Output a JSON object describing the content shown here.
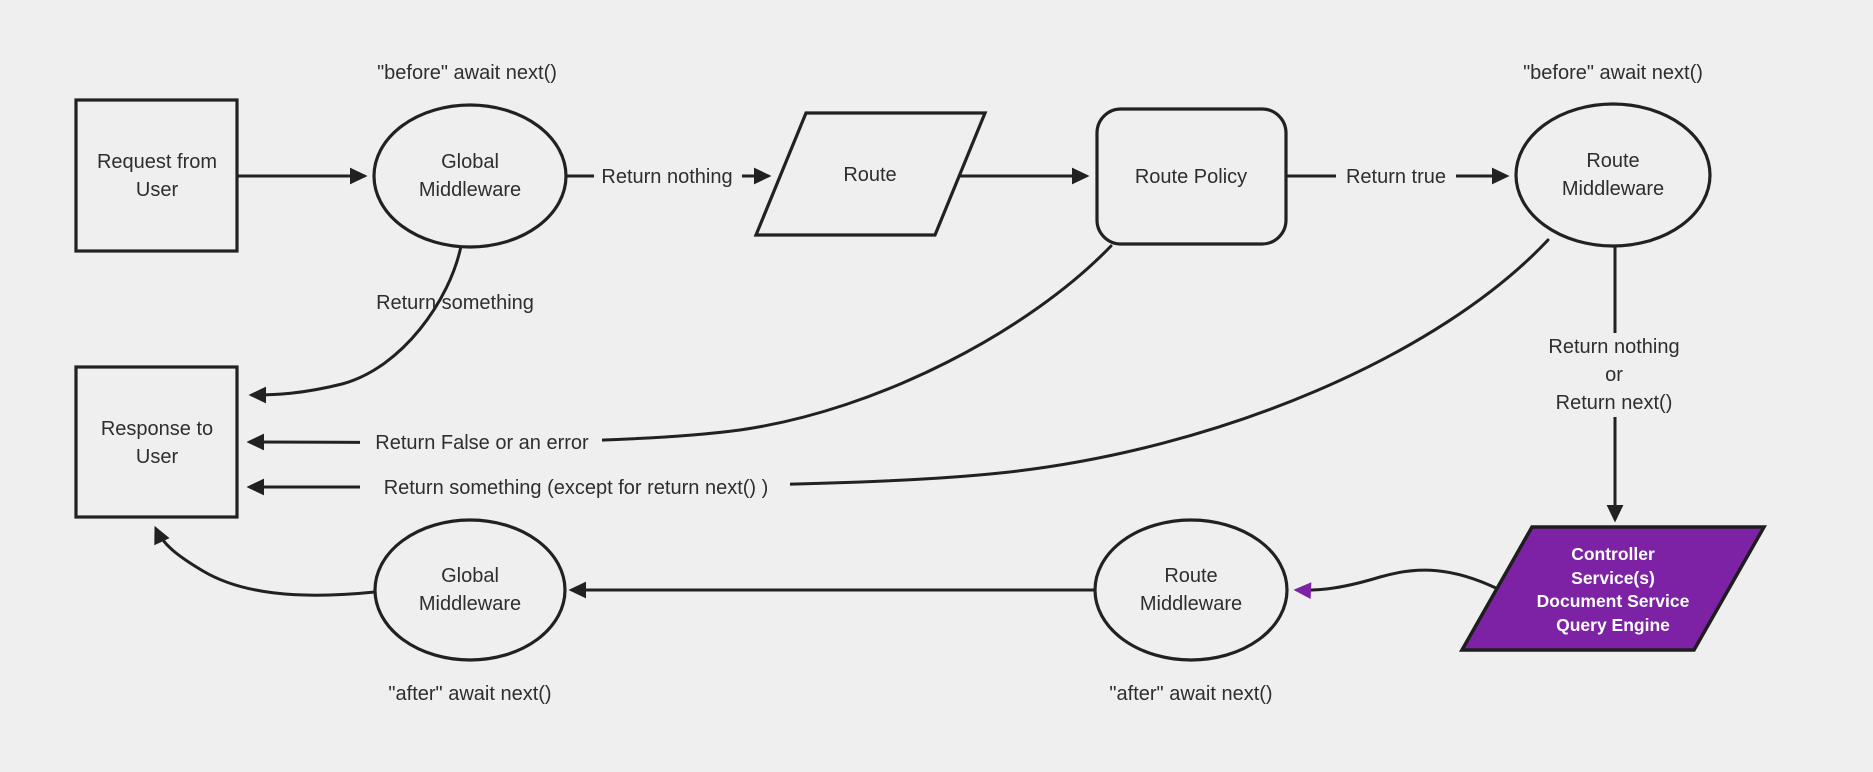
{
  "colors": {
    "background": "#efefef",
    "stroke": "#212121",
    "text": "#2e2e2e",
    "purple_fill": "#7e22a5",
    "purple_arrow": "#7e22a5",
    "controller_text": "#ffffff"
  },
  "nodes": {
    "request": {
      "lines": [
        "Request from",
        "User"
      ]
    },
    "global_mw_top": {
      "lines": [
        "Global",
        "Middleware"
      ]
    },
    "route": {
      "label": "Route"
    },
    "route_policy": {
      "label": "Route Policy"
    },
    "route_mw_top": {
      "lines": [
        "Route",
        "Middleware"
      ]
    },
    "response": {
      "lines": [
        "Response to",
        "User"
      ]
    },
    "global_mw_bottom": {
      "lines": [
        "Global",
        "Middleware"
      ]
    },
    "route_mw_bottom": {
      "lines": [
        "Route",
        "Middleware"
      ]
    },
    "controller": {
      "lines": [
        "Controller",
        "Service(s)",
        "Document Service",
        "Query Engine"
      ]
    }
  },
  "annotations": {
    "before_global": "\"before\" await next()",
    "before_route": "\"before\" await next()",
    "after_global": "\"after\" await next()",
    "after_route": "\"after\" await next()"
  },
  "edge_labels": {
    "return_nothing": "Return nothing",
    "return_true": "Return true",
    "return_something": "Return something",
    "return_false_or_error": "Return False or an error",
    "return_something_except": "Return something (except for return next() )",
    "return_nothing_or": [
      "Return nothing",
      "or",
      "Return next()"
    ]
  }
}
